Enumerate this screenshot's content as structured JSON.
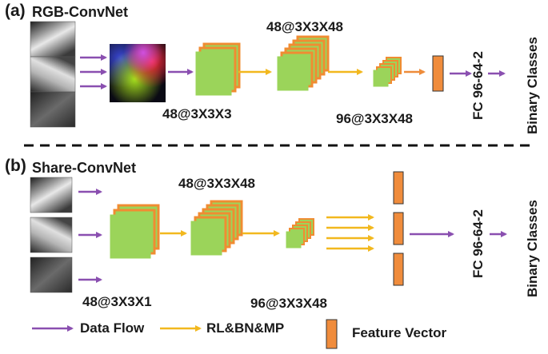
{
  "colors": {
    "purple_arrow": "#8a4fb0",
    "yellow_arrow": "#f2b81e",
    "orange_arrow": "#ee8c3a",
    "feature_map": "#9bd45a",
    "feature_map_edge": "#f08c32",
    "feature_vector": "#f08c3c"
  },
  "panel_a": {
    "tag": "(a)",
    "title": "RGB-ConvNet",
    "conv1": "48@3X3X3",
    "conv2": "48@3X3X48",
    "conv3": "96@3X3X48",
    "fc": "FC 96-64-2",
    "output": "Binary Classes"
  },
  "panel_b": {
    "tag": "(b)",
    "title": "Share-ConvNet",
    "conv1": "48@3X3X1",
    "conv2": "48@3X3X48",
    "conv3": "96@3X3X48",
    "fc": "FC 96-64-2",
    "output": "Binary Classes"
  },
  "legend": {
    "data_flow": "Data Flow",
    "rl_bn_mp": "RL&BN&MP",
    "feature_vector": "Feature Vector"
  }
}
